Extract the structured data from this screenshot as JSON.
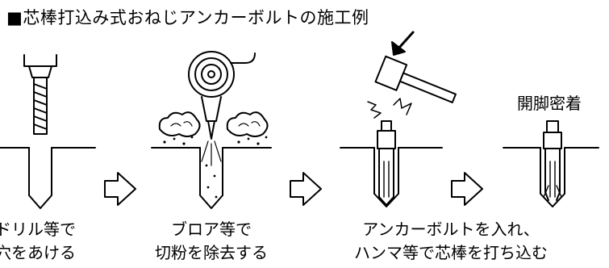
{
  "title": "■芯棒打込み式おねじアンカーボルトの施工例",
  "steps": [
    {
      "line1": "ドリル等で",
      "line2": "穴をあける"
    },
    {
      "line1": "ブロア等で",
      "line2": "切粉を除去する"
    },
    {
      "line1": "アンカーボルトを入れ、",
      "line2": "ハンマ等で芯棒を打ち込む"
    }
  ],
  "final_label": "開脚密着"
}
